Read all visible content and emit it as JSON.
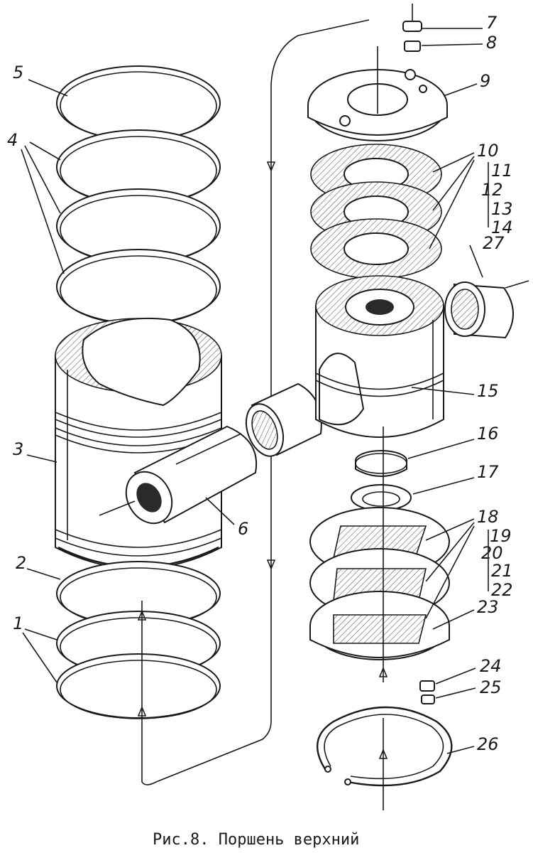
{
  "caption": "Рис.8. Поршень верхний",
  "labels": {
    "l1": "1",
    "l2": "2",
    "l3": "3",
    "l4": "4",
    "l5": "5",
    "l6": "6",
    "l7": "7",
    "l8": "8",
    "l9": "9",
    "l10": "10",
    "l11": "11",
    "l12": "12",
    "l13": "13",
    "l14": "14",
    "l15": "15",
    "l16": "16",
    "l17": "17",
    "l18": "18",
    "l19": "19",
    "l20": "20",
    "l21": "21",
    "l22": "22",
    "l23": "23",
    "l24": "24",
    "l25": "25",
    "l26": "26",
    "l27": "27"
  }
}
